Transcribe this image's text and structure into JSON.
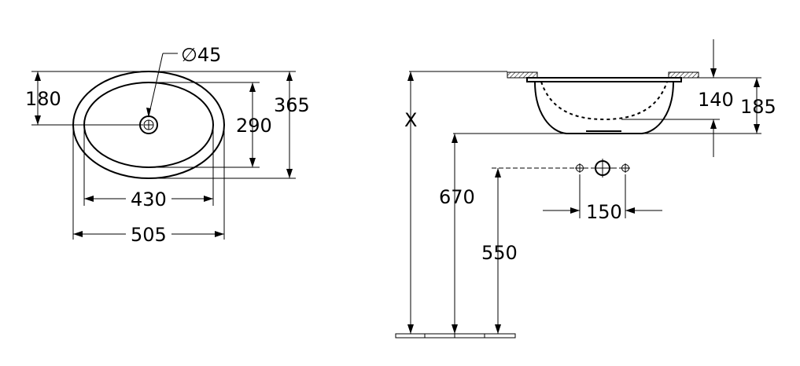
{
  "diagram": {
    "top_view": {
      "dimensions": {
        "drain_diameter": "∅45",
        "center_offset": "180",
        "inner_depth": "290",
        "outer_depth": "365",
        "inner_width": "430",
        "outer_width": "505"
      }
    },
    "side_view": {
      "dimensions": {
        "height_variable": "X",
        "bowl_height": "140",
        "total_height": "185",
        "mounting_height": "670",
        "tap_height": "550",
        "tap_spacing": "150"
      }
    }
  }
}
